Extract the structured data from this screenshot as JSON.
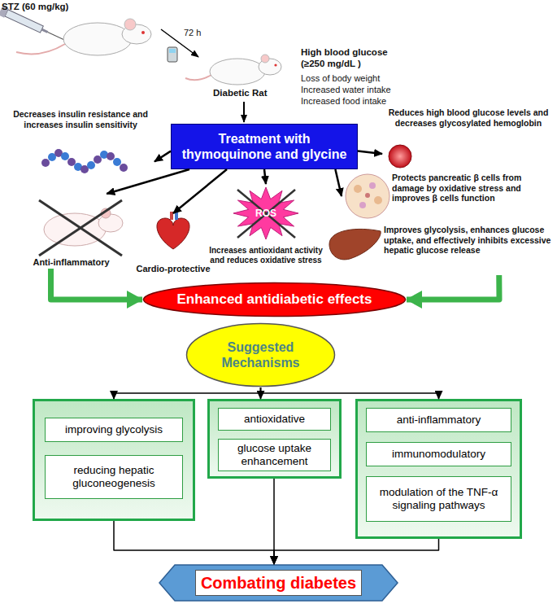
{
  "diagram": {
    "nodes": [
      {
        "text": [
          "Decreases insulin resistance and increases insulin sensitivity"
        ]
      },
      {
        "text": [
          "Treatment with thymoquinone and glycine"
        ]
      },
      {
        "text": [
          "Reduces high blood glucose levels and decreases glycosylated hemoglobin"
        ]
      },
      {
        "text": [
          "Anti-inflammatory"
        ]
      },
      {
        "text": [
          "Cardio-protective"
        ]
      },
      {
        "text": [
          "ROS",
          "Increases antioxidant activity and reduces oxidative stress"
        ]
      },
      {
        "text": [
          "Protects pancreatic β cells from damage by oxidative stress and improves β cells function"
        ]
      },
      {
        "text": [
          "Improves glycolysis, enhances glucose uptake, and effectively inhibits excessive hepatic glucose release"
        ]
      },
      {
        "text": [
          "Enhanced antidiabetic effects"
        ]
      },
      {
        "text": [
          "Suggested Mechanisms"
        ]
      },
      {
        "text": []
      },
      {
        "text": [
          "improving glycolysis"
        ],
        "in": 10
      },
      {
        "text": [
          "reducing hepatic gluconeogenesis"
        ],
        "in": 10
      },
      {
        "text": []
      },
      {
        "text": [
          "antioxidative"
        ],
        "in": 13
      },
      {
        "text": [
          "glucose uptake enhancement"
        ],
        "in": 13
      },
      {
        "text": []
      },
      {
        "text": [
          "anti-inflammatory"
        ],
        "in": 16
      },
      {
        "text": [
          "immunomodulatory"
        ],
        "in": 16
      },
      {
        "text": [
          "modulation of the TNF-α signaling pathways"
        ],
        "in": 16
      },
      {
        "text": [
          "Combating diabetes"
        ]
      }
    ],
    "edges": [
      {
        "from": 1,
        "to": 0,
        "arrow": "to"
      },
      {
        "from": 1,
        "to": 2,
        "arrow": "to"
      },
      {
        "from": 1,
        "to": 3,
        "arrow": "to"
      },
      {
        "from": 1,
        "to": 4,
        "arrow": "to"
      },
      {
        "from": 1,
        "to": 5,
        "arrow": "to"
      },
      {
        "from": 1,
        "to": 6,
        "arrow": "to"
      },
      {
        "from": 3,
        "to": 8,
        "arrow": "to"
      },
      {
        "from": 7,
        "to": 8,
        "arrow": "to"
      },
      {
        "from": 9,
        "to": 10,
        "arrow": "to"
      },
      {
        "from": 9,
        "to": 13,
        "arrow": "to"
      },
      {
        "from": 9,
        "to": 16,
        "arrow": "to"
      },
      {
        "from": 10,
        "to": 20,
        "arrow": "to"
      },
      {
        "from": 13,
        "to": 20,
        "arrow": "to"
      },
      {
        "from": 16,
        "to": 20,
        "arrow": "to"
      }
    ],
    "labels": [
      "STZ (60 mg/kg)",
      "72 h",
      "Diabetic Rat",
      "High blood glucose (≥250 mg/dL )",
      "Loss of body weight",
      "Increased water intake",
      "Increased food intake"
    ]
  }
}
